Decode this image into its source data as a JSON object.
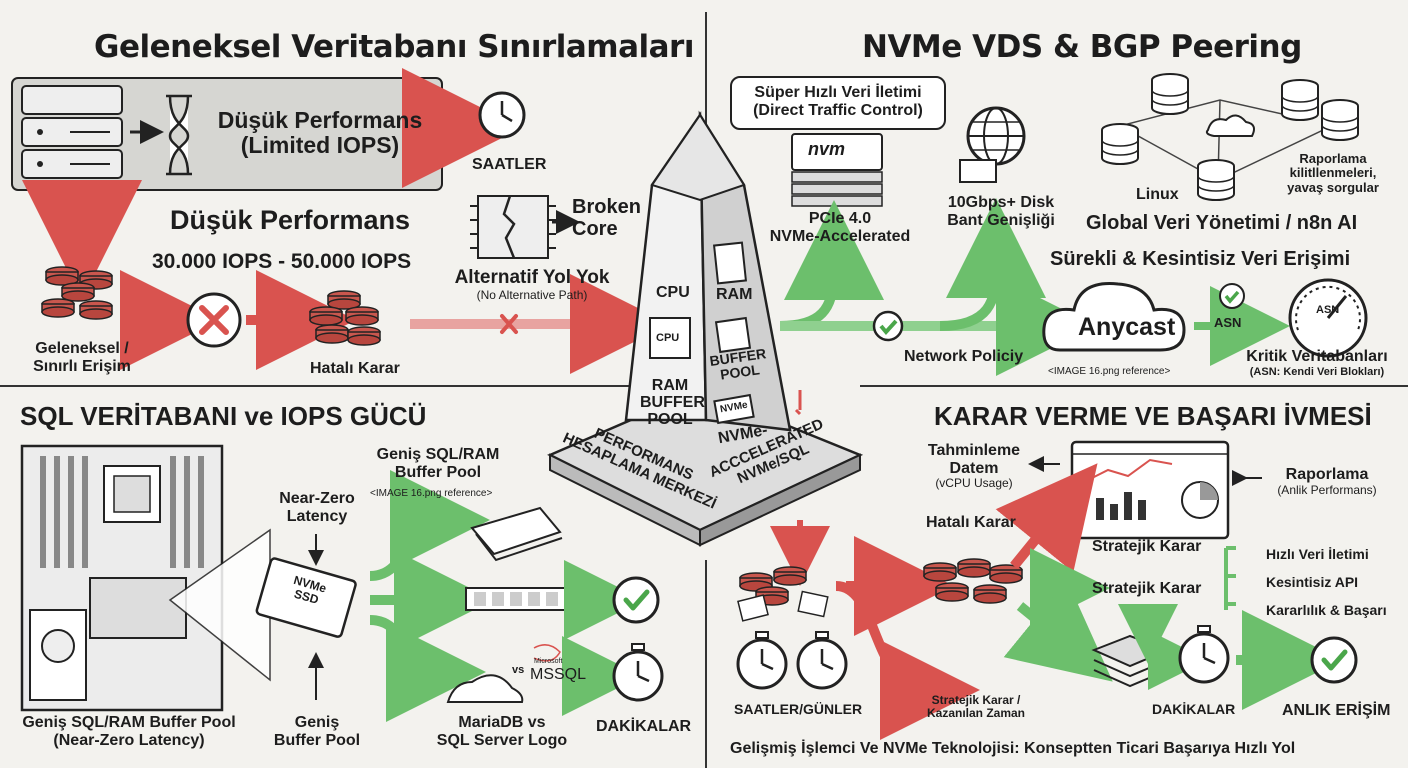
{
  "quadrant_top_left": {
    "title": "Geleneksel Veritabanı Sınırlamaları",
    "low_perf_box": {
      "line1": "Düşük Performans",
      "line2": "(Limited IOPS)"
    },
    "clock_label": "SAATLER",
    "broken_core_label": {
      "line1": "Broken",
      "line2": "Core"
    },
    "low_perf_heading": "Düşük Performans",
    "iops_range": "30.000 IOPS - 50.000 IOPS",
    "no_alt_path": {
      "line1": "Alternatif Yol Yok",
      "line2": "(No Alternative Path)"
    },
    "traditional_access": {
      "line1": "Geleneksel /",
      "line2": "Sınırlı Erişim"
    },
    "wrong_decision": "Hatalı Karar"
  },
  "quadrant_top_right": {
    "title": "NVMe VDS & BGP Peering",
    "fast_transfer_box": {
      "line1": "Süper Hızlı Veri İletimi",
      "line2": "(Direct Traffic Control)"
    },
    "nvme_chip_text": "nvm",
    "pcie_label": {
      "line1": "PCIe 4.0",
      "line2": "NVMe-Accelerated"
    },
    "disk_bandwidth": {
      "line1": "10Gbps+ Disk",
      "line2": "Bant Genişliği"
    },
    "linux_label": "Linux",
    "reporting_locked": {
      "line1": "Raporlama",
      "line2": "kilitllenmeleri,",
      "line3": "yavaş sorgular"
    },
    "global_data": "Global Veri Yönetimi / n8n AI",
    "continuous_access": "Sürekli & Kesintisiz Veri Erişimi",
    "anycast": "Anycast",
    "asn_tag": "ASN",
    "gauge_asn": "ASN",
    "network_policy": "Network Policiy",
    "image_ref": "<IMAGE 16.png reference>",
    "critical_db": {
      "line1": "Kritik Veritabanları",
      "line2": "(ASN: Kendi Veri Blokları)"
    }
  },
  "center_tower": {
    "cpu": "CPU",
    "cpu_chip": "CPU",
    "ram": "RAM",
    "ram_buffer_pool": {
      "line1": "RAM",
      "line2": "BUFFER",
      "line3": "POOL"
    },
    "buffer_pool": {
      "line1": "BUFFER",
      "line2": "POOL"
    },
    "nvme_chip": "NVMe",
    "nvme_label": "NVMe-",
    "base_left": {
      "line1": "PERFORMANS",
      "line2": "HESAPLAMA MERKEZİ"
    },
    "base_right": {
      "line1": "ACCCELERATED",
      "line2": "NVMe/SQL"
    }
  },
  "quadrant_bottom_left": {
    "title": "SQL VERİTABANI ve IOPS GÜCÜ",
    "buffer_pool_top": {
      "line1": "Geniş SQL/RAM",
      "line2": "Buffer Pool"
    },
    "image_ref": "<IMAGE 16.png reference>",
    "near_zero": {
      "line1": "Near-Zero",
      "line2": "Latency"
    },
    "ssd_label": {
      "line1": "NVMe",
      "line2": "SSD"
    },
    "vs": "vs",
    "mssql_small": "Microsoft",
    "mssql": "MSSQL",
    "board_caption": {
      "line1": "Geniş SQL/RAM Buffer Pool",
      "line2": "(Near-Zero Latency)"
    },
    "wide_buffer": {
      "line1": "Geniş",
      "line2": "Buffer Pool"
    },
    "mariadb_vs": {
      "line1": "MariaDB vs",
      "line2": "SQL Server Logo"
    },
    "minutes": "DAKİKALAR"
  },
  "quadrant_bottom_right": {
    "title": "KARAR VERME VE BAŞARI İVMESİ",
    "forecast": {
      "line1": "Tahminleme",
      "line2": "Datem",
      "line3": "(vCPU Usage)"
    },
    "reporting": {
      "line1": "Raporlama",
      "line2": "(Anlik Performans)"
    },
    "wrong_decision": "Hatalı Karar",
    "strategic_1": "Stratejik Karar",
    "strategic_2": "Stratejik Karar",
    "benefits": [
      "Hızlı Veri İletimi",
      "Kesintisiz API",
      "Kararlılık & Başarı"
    ],
    "hours_days": "SAATLER/GÜNLER",
    "strategic_time": {
      "line1": "Stratejik Karar /",
      "line2": "Kazanılan Zaman"
    },
    "minutes": "DAKİKALAR",
    "instant_access": "ANLIK ERİŞİM",
    "footer": "Gelişmiş İşlemci Ve NVMe Teknolojisi: Konseptten Ticari Başarıya Hızlı Yol"
  },
  "colors": {
    "red": "#d9534f",
    "green": "#5cb85c",
    "ink": "#1d1d1d",
    "paper": "#f3f2ee"
  }
}
